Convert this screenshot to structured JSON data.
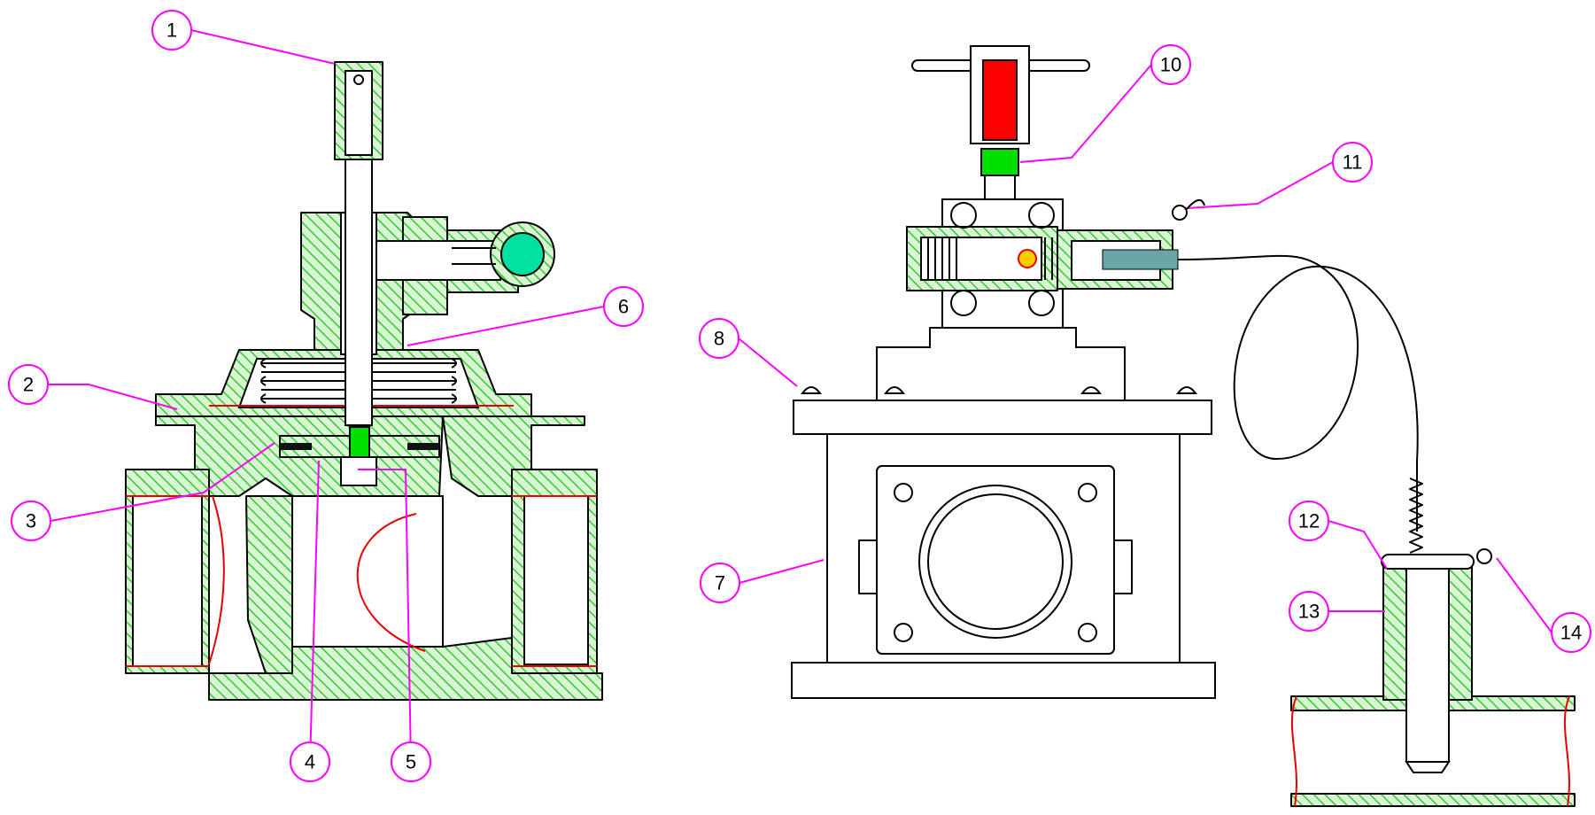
{
  "callouts": [
    {
      "label": "1"
    },
    {
      "label": "2"
    },
    {
      "label": "3"
    },
    {
      "label": "4"
    },
    {
      "label": "5"
    },
    {
      "label": "6"
    },
    {
      "label": "7"
    },
    {
      "label": "8"
    },
    {
      "label": "10"
    },
    {
      "label": "11"
    },
    {
      "label": "12"
    },
    {
      "label": "13"
    },
    {
      "label": "14"
    }
  ],
  "colors": {
    "outline": "#000000",
    "hatch": "#2ecc2e",
    "section_edge": "#e60000",
    "leader": "#ff00ff",
    "indicator_red": "#ff0000",
    "indicator_green": "#00e000"
  }
}
